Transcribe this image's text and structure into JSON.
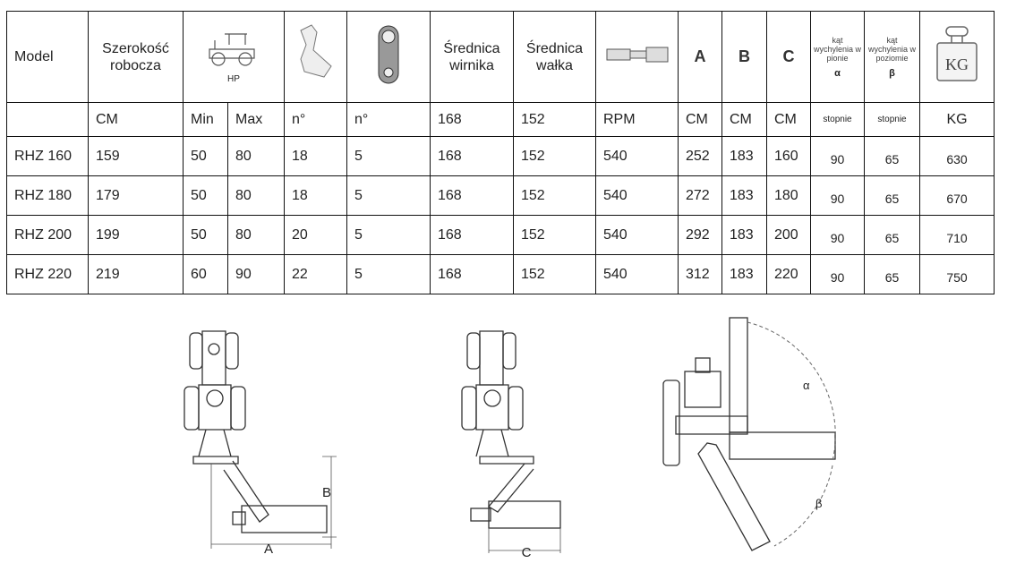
{
  "header": {
    "model": "Model",
    "width": "Szerokość robocza",
    "hp_icon": "tractor-icon",
    "hp_label": "HP",
    "hammer_icon": "hammer-blade-icon",
    "belt_icon": "belt-icon",
    "rotor": "Średnica wirnika",
    "shaft": "Średnica wałka",
    "pto_icon": "pto-shaft-icon",
    "a": "A",
    "b": "B",
    "c": "C",
    "tilt_v": "kąt wychylenia w pionie",
    "tilt_v_sym": "α",
    "tilt_h": "kąt wychylenia w poziomie",
    "tilt_h_sym": "β",
    "weight_icon": "weight-icon",
    "weight_label": "KG"
  },
  "units": [
    "",
    "CM",
    "Min",
    "Max",
    "n°",
    "n°",
    "168",
    "152",
    "RPM",
    "CM",
    "CM",
    "CM",
    "stopnie",
    "stopnie",
    "KG"
  ],
  "rows": [
    [
      "RHZ 160",
      "159",
      "50",
      "80",
      "18",
      "5",
      "168",
      "152",
      "540",
      "252",
      "183",
      "160",
      "90",
      "65",
      "630"
    ],
    [
      "RHZ 180",
      "179",
      "50",
      "80",
      "18",
      "5",
      "168",
      "152",
      "540",
      "272",
      "183",
      "180",
      "90",
      "65",
      "670"
    ],
    [
      "RHZ 200",
      "199",
      "50",
      "80",
      "20",
      "5",
      "168",
      "152",
      "540",
      "292",
      "183",
      "200",
      "90",
      "65",
      "710"
    ],
    [
      "RHZ 220",
      "219",
      "60",
      "90",
      "22",
      "5",
      "168",
      "152",
      "540",
      "312",
      "183",
      "220",
      "90",
      "65",
      "750"
    ]
  ],
  "diagrams": {
    "dim_a": "A",
    "dim_b": "B",
    "dim_c": "C",
    "angle_alpha": "α",
    "angle_beta": "β"
  }
}
